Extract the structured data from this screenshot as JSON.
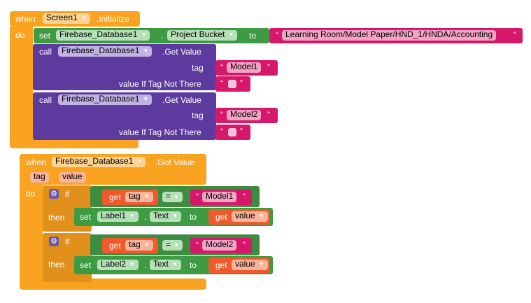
{
  "block1": {
    "when": "when",
    "component": "Screen1",
    "event": ".Initialize",
    "do": "do",
    "set": {
      "set": "set",
      "component": "Firebase_Database1",
      "dot": ".",
      "property": "Project Bucket",
      "to": "to",
      "value": "Learning Room/Model Paper/HND_1/HNDA/Accounting"
    },
    "calls": [
      {
        "call": "call",
        "component": "Firebase_Database1",
        "method": ".Get Value",
        "tag_label": "tag",
        "tag_value": "Model1",
        "default_label": "value If Tag Not There"
      },
      {
        "call": "call",
        "component": "Firebase_Database1",
        "method": ".Get Value",
        "tag_label": "tag",
        "tag_value": "Model2",
        "default_label": "value If Tag Not There"
      }
    ]
  },
  "block2": {
    "when": "when",
    "component": "Firebase_Database1",
    "event": ".Got Value",
    "params": [
      "tag",
      "value"
    ],
    "do": "do",
    "ifs": [
      {
        "if": "if",
        "get": "get",
        "var": "tag",
        "op": "=",
        "compare": "Model1",
        "then": "then",
        "set": "set",
        "component": "Label1",
        "dot": ".",
        "property": "Text",
        "to": "to",
        "value_get": "get",
        "value_var": "value"
      },
      {
        "if": "if",
        "get": "get",
        "var": "tag",
        "op": "=",
        "compare": "Model2",
        "then": "then",
        "set": "set",
        "component": "Label2",
        "dot": ".",
        "property": "Text",
        "to": "to",
        "value_get": "get",
        "value_var": "value"
      }
    ]
  },
  "icons": {
    "dropdown": "▼",
    "gear": "⚙",
    "quote_open": "“",
    "quote_close": "”"
  },
  "colors": {
    "event": "#f9a320",
    "procedure": "#5c3a9e",
    "component_set": "#3f9b43",
    "text": "#d6186b",
    "variable": "#ef5a2d",
    "logic": "#3d8c40"
  }
}
